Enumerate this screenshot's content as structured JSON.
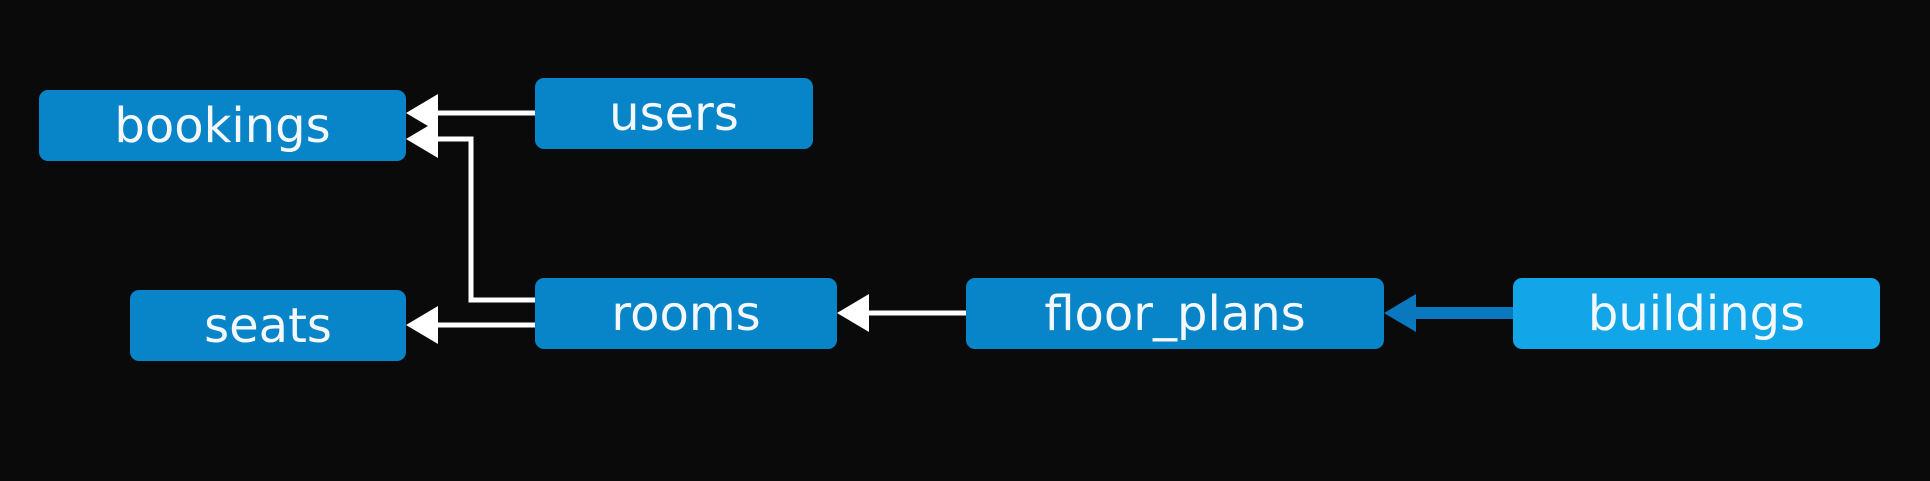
{
  "diagram": {
    "nodes": [
      {
        "id": "bookings",
        "label": "bookings"
      },
      {
        "id": "users",
        "label": "users"
      },
      {
        "id": "seats",
        "label": "seats"
      },
      {
        "id": "rooms",
        "label": "rooms"
      },
      {
        "id": "floor_plans",
        "label": "floor_plans"
      },
      {
        "id": "buildings",
        "label": "buildings",
        "highlighted": true
      }
    ],
    "edges": [
      {
        "from": "users",
        "to": "bookings"
      },
      {
        "from": "rooms",
        "to": "bookings"
      },
      {
        "from": "rooms",
        "to": "seats"
      },
      {
        "from": "floor_plans",
        "to": "rooms"
      },
      {
        "from": "buildings",
        "to": "floor_plans",
        "highlighted": true
      }
    ],
    "colors": {
      "background": "#0a0a0a",
      "node": "#0884c8",
      "node_highlight": "#12a5e7",
      "node_text": "#f4f8fb",
      "edge": "#ffffff",
      "edge_highlight": "#0a78be"
    }
  }
}
